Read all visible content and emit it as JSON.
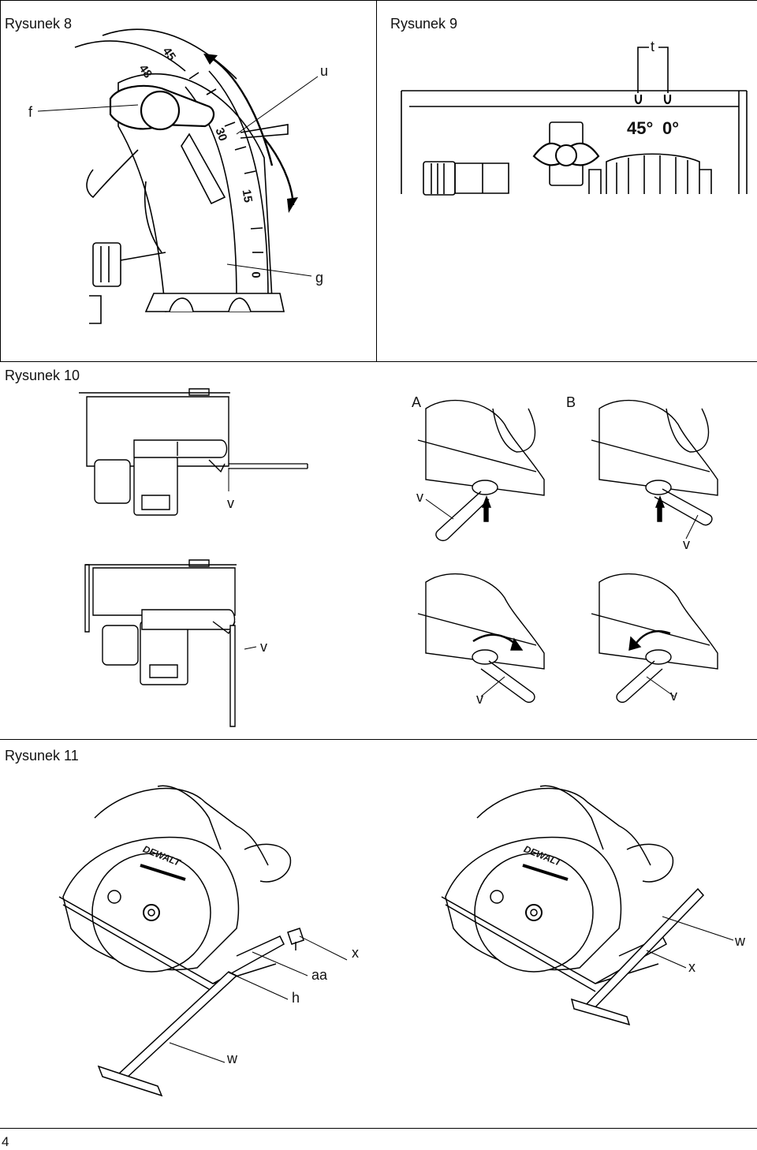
{
  "figures": {
    "fig8": {
      "title": "Rysunek 8",
      "scale": [
        "48",
        "45",
        "30",
        "15",
        "0"
      ],
      "callouts": {
        "f": "f",
        "u": "u",
        "g": "g"
      }
    },
    "fig9": {
      "title": "Rysunek 9",
      "angle_45": "45°",
      "angle_0": "0°",
      "callouts": {
        "t": "t"
      }
    },
    "fig10": {
      "title": "Rysunek 10",
      "panel_a": "A",
      "panel_b": "B",
      "callouts": {
        "v1": "v",
        "v2": "v",
        "v3": "v",
        "v4": "v",
        "v5": "v",
        "v6": "v"
      }
    },
    "fig11": {
      "title": "Rysunek 11",
      "brand": "DEWALT",
      "callouts": {
        "x1": "x",
        "aa": "aa",
        "h": "h",
        "w1": "w",
        "w2": "w",
        "x2": "x"
      }
    }
  },
  "page_number": "4"
}
